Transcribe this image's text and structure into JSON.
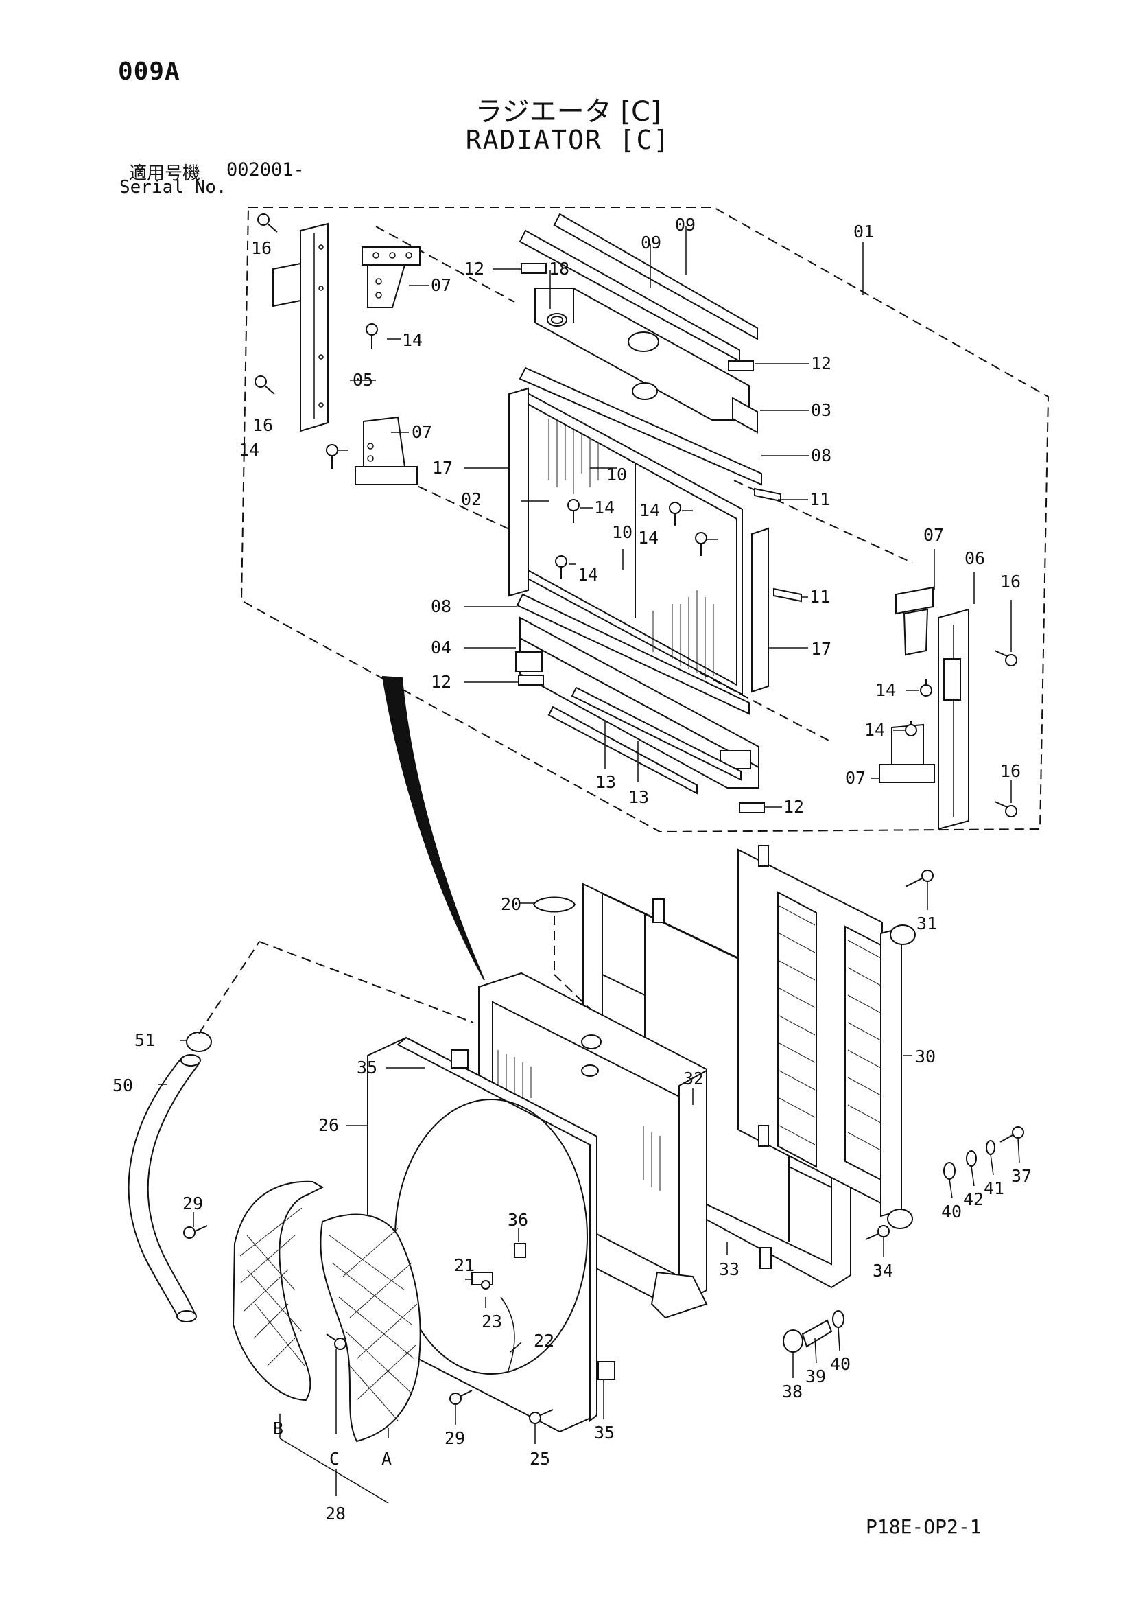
{
  "header": {
    "page_id": "009A",
    "title_ja": "ラジエータ [C]",
    "title_en": "RADIATOR [C]",
    "serial_label_ja": "適用号機",
    "serial_value": "002001-",
    "serial_label_en": "Serial No."
  },
  "footer": {
    "drawing_code": "P18E-OP2-1"
  },
  "callouts": {
    "c01": "01",
    "c02": "02",
    "c03": "03",
    "c04": "04",
    "c05": "05",
    "c06": "06",
    "c07a": "07",
    "c07b": "07",
    "c07c": "07",
    "c07d": "07",
    "c08a": "08",
    "c08b": "08",
    "c09a": "09",
    "c09b": "09",
    "c10a": "10",
    "c10b": "10",
    "c11a": "11",
    "c11b": "11",
    "c12a": "12",
    "c12b": "12",
    "c12c": "12",
    "c12d": "12",
    "c13a": "13",
    "c13b": "13",
    "c14a": "14",
    "c14b": "14",
    "c14c": "14",
    "c14d": "14",
    "c14e": "14",
    "c14f": "14",
    "c14g": "14",
    "c14h": "14",
    "c16a": "16",
    "c16b": "16",
    "c16c": "16",
    "c16d": "16",
    "c17a": "17",
    "c17b": "17",
    "c18": "18",
    "c20": "20",
    "c21": "21",
    "c22": "22",
    "c23": "23",
    "c25": "25",
    "c26": "26",
    "c28": "28",
    "c29a": "29",
    "c29b": "29",
    "c30": "30",
    "c31": "31",
    "c32": "32",
    "c33": "33",
    "c34": "34",
    "c35a": "35",
    "c35b": "35",
    "c36": "36",
    "c37": "37",
    "c38": "38",
    "c39": "39",
    "c40a": "40",
    "c40b": "40",
    "c41": "41",
    "c42": "42",
    "c50": "50",
    "c51": "51",
    "cA": "A",
    "cB": "B",
    "cC": "C"
  }
}
